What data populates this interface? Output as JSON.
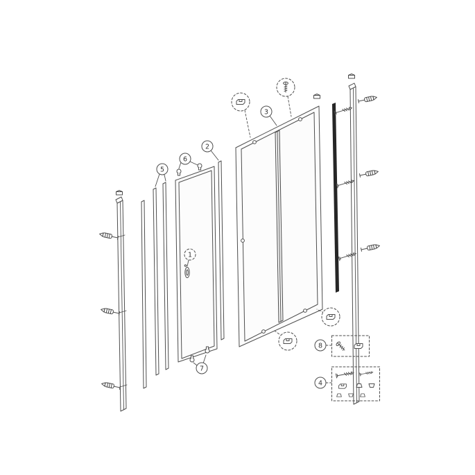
{
  "colors": {
    "line": "#4d4d4d",
    "dark": "#262626",
    "fill": "#ffffff",
    "glass": "#fcfcfc",
    "background": "#ffffff",
    "text": "#333333"
  },
  "callouts": {
    "n1": {
      "label": "1"
    },
    "n2": {
      "label": "2"
    },
    "n3": {
      "label": "3"
    },
    "n4": {
      "label": "4"
    },
    "n5": {
      "label": "5"
    },
    "n6": {
      "label": "6"
    },
    "n7": {
      "label": "7"
    },
    "n8": {
      "label": "8"
    }
  },
  "icons": {
    "anchor": "wall-plug-icon",
    "screw": "screw-icon",
    "clamp": "glass-clamp-icon",
    "clip": "mounting-clip-icon",
    "knob": "pivot-pin-icon",
    "cap": "cover-cap-icon"
  }
}
